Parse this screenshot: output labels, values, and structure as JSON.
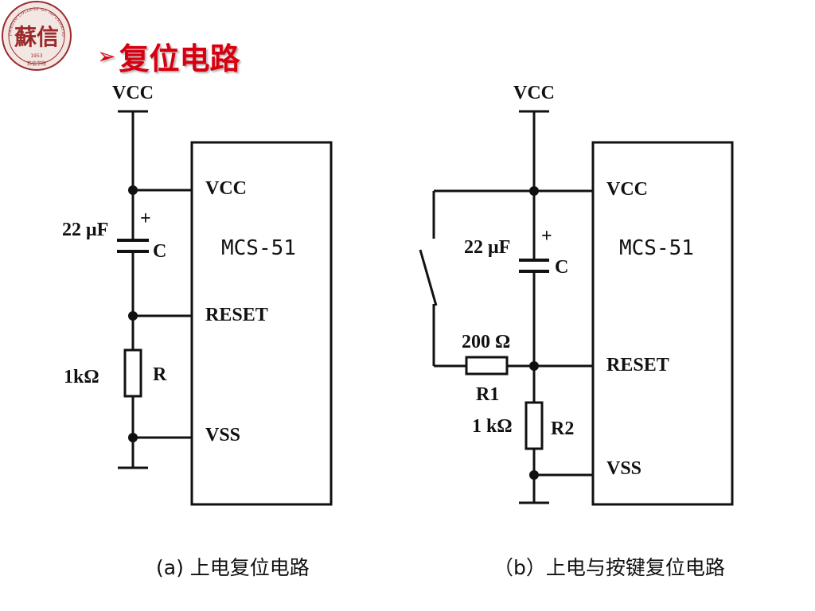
{
  "logo": {
    "seal_text": "蘇信",
    "ring_text": "JIANGSU COLLEGE OF INFORMATION TECHNOLOGY",
    "year": "1953",
    "bottom_text": "苏信学院"
  },
  "title": {
    "bullet": "➢",
    "text": "复位电路"
  },
  "circuit_a": {
    "vcc_top": "VCC",
    "cap_value": "22 μF",
    "cap_plus": "+",
    "cap_name": "C",
    "res_value": "1kΩ",
    "res_name": "R",
    "chip": {
      "name": "MCS-51",
      "pin_vcc": "VCC",
      "pin_reset": "RESET",
      "pin_vss": "VSS"
    },
    "caption": "(a) 上电复位电路"
  },
  "circuit_b": {
    "vcc_top": "VCC",
    "cap_value": "22 μF",
    "cap_plus": "+",
    "cap_name": "C",
    "r1_value": "200 Ω",
    "r1_name": "R1",
    "r2_value": "1 kΩ",
    "r2_name": "R2",
    "chip": {
      "name": "MCS-51",
      "pin_vcc": "VCC",
      "pin_reset": "RESET",
      "pin_vss": "VSS"
    },
    "caption": "（b）上电与按键复位电路"
  },
  "colors": {
    "title": "#d80010",
    "seal": "#9b2a2a",
    "line": "#111111"
  }
}
